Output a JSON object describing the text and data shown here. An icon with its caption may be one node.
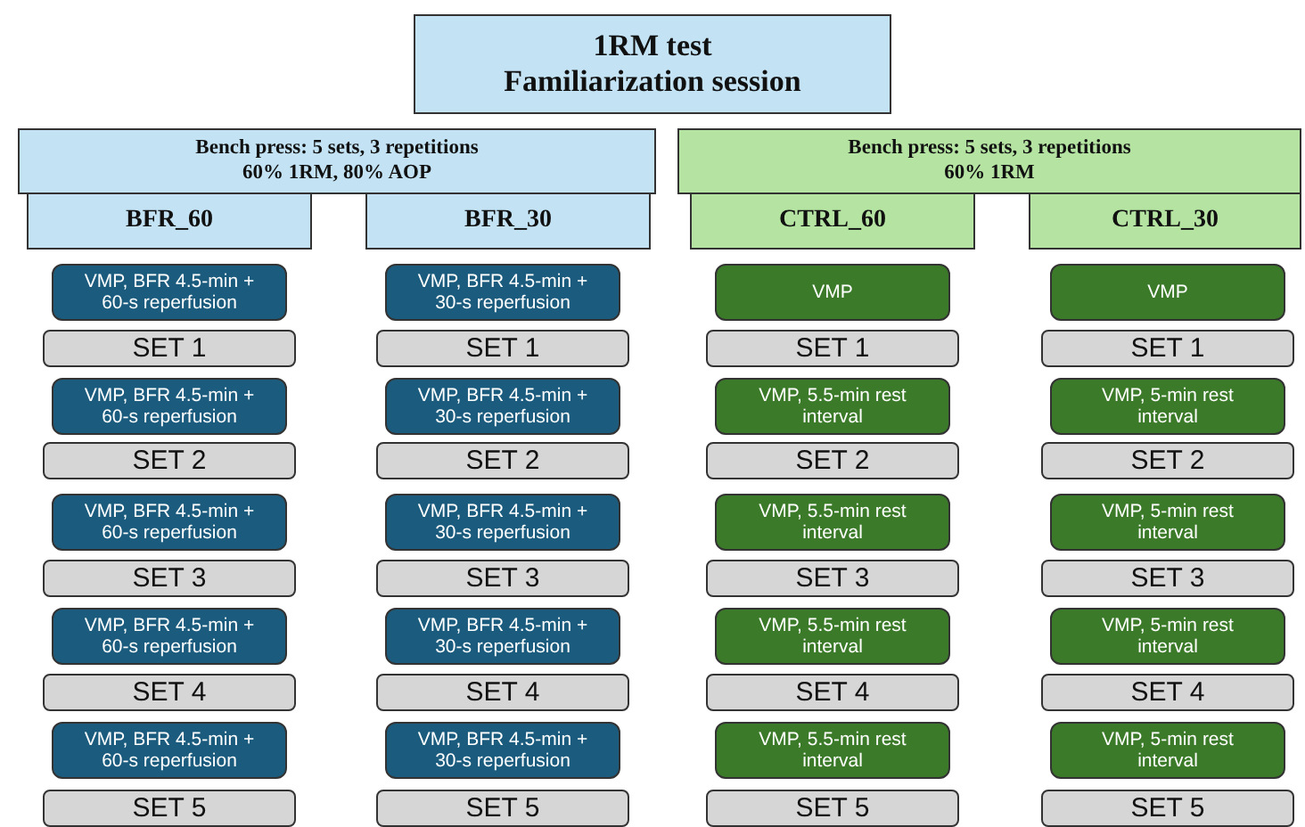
{
  "diagram": {
    "nodes": [
      {
        "text": [
          "1RM test",
          "Familiarization session"
        ]
      },
      {
        "text": [
          "Bench press: 5 sets, 3 repetitions",
          "60% 1RM, 80% AOP"
        ]
      },
      {
        "text": [
          "Bench press: 5 sets, 3 repetitions",
          "60% 1RM"
        ]
      },
      {
        "text": [
          "BFR_60"
        ]
      },
      {
        "text": [
          "BFR_30"
        ]
      },
      {
        "text": [
          "CTRL_60"
        ]
      },
      {
        "text": [
          "CTRL_30"
        ]
      },
      {
        "text": [
          "VMP, BFR 4.5-min + 60-s reperfusion"
        ]
      },
      {
        "text": [
          "VMP, BFR 4.5-min + 30-s reperfusion"
        ]
      },
      {
        "text": [
          "VMP"
        ]
      },
      {
        "text": [
          "VMP"
        ]
      },
      {
        "text": [
          "SET 1"
        ]
      },
      {
        "text": [
          "SET 1"
        ]
      },
      {
        "text": [
          "SET 1"
        ]
      },
      {
        "text": [
          "SET 1"
        ]
      },
      {
        "text": [
          "VMP, BFR 4.5-min + 60-s reperfusion"
        ]
      },
      {
        "text": [
          "VMP, BFR 4.5-min + 30-s reperfusion"
        ]
      },
      {
        "text": [
          "VMP, 5.5-min rest interval"
        ]
      },
      {
        "text": [
          "VMP, 5-min rest interval"
        ]
      },
      {
        "text": [
          "SET 2"
        ]
      },
      {
        "text": [
          "SET 2"
        ]
      },
      {
        "text": [
          "SET 2"
        ]
      },
      {
        "text": [
          "SET 2"
        ]
      },
      {
        "text": [
          "VMP, BFR 4.5-min + 60-s reperfusion"
        ]
      },
      {
        "text": [
          "VMP, BFR 4.5-min + 30-s reperfusion"
        ]
      },
      {
        "text": [
          "VMP, 5.5-min rest interval"
        ]
      },
      {
        "text": [
          "VMP, 5-min rest interval"
        ]
      },
      {
        "text": [
          "SET 3"
        ]
      },
      {
        "text": [
          "SET 3"
        ]
      },
      {
        "text": [
          "SET 3"
        ]
      },
      {
        "text": [
          "SET 3"
        ]
      },
      {
        "text": [
          "VMP, BFR 4.5-min + 60-s reperfusion"
        ]
      },
      {
        "text": [
          "VMP, BFR 4.5-min + 30-s reperfusion"
        ]
      },
      {
        "text": [
          "VMP, 5.5-min rest interval"
        ]
      },
      {
        "text": [
          "VMP, 5-min rest interval"
        ]
      },
      {
        "text": [
          "SET 4"
        ]
      },
      {
        "text": [
          "SET 4"
        ]
      },
      {
        "text": [
          "SET 4"
        ]
      },
      {
        "text": [
          "SET 4"
        ]
      },
      {
        "text": [
          "VMP, BFR 4.5-min + 60-s reperfusion"
        ]
      },
      {
        "text": [
          "VMP, BFR 4.5-min + 30-s reperfusion"
        ]
      },
      {
        "text": [
          "VMP, 5.5-min rest interval"
        ]
      },
      {
        "text": [
          "VMP, 5-min rest interval"
        ]
      },
      {
        "text": [
          "SET 5"
        ]
      },
      {
        "text": [
          "SET 5"
        ]
      },
      {
        "text": [
          "SET 5"
        ]
      },
      {
        "text": [
          "SET 5"
        ]
      }
    ]
  }
}
